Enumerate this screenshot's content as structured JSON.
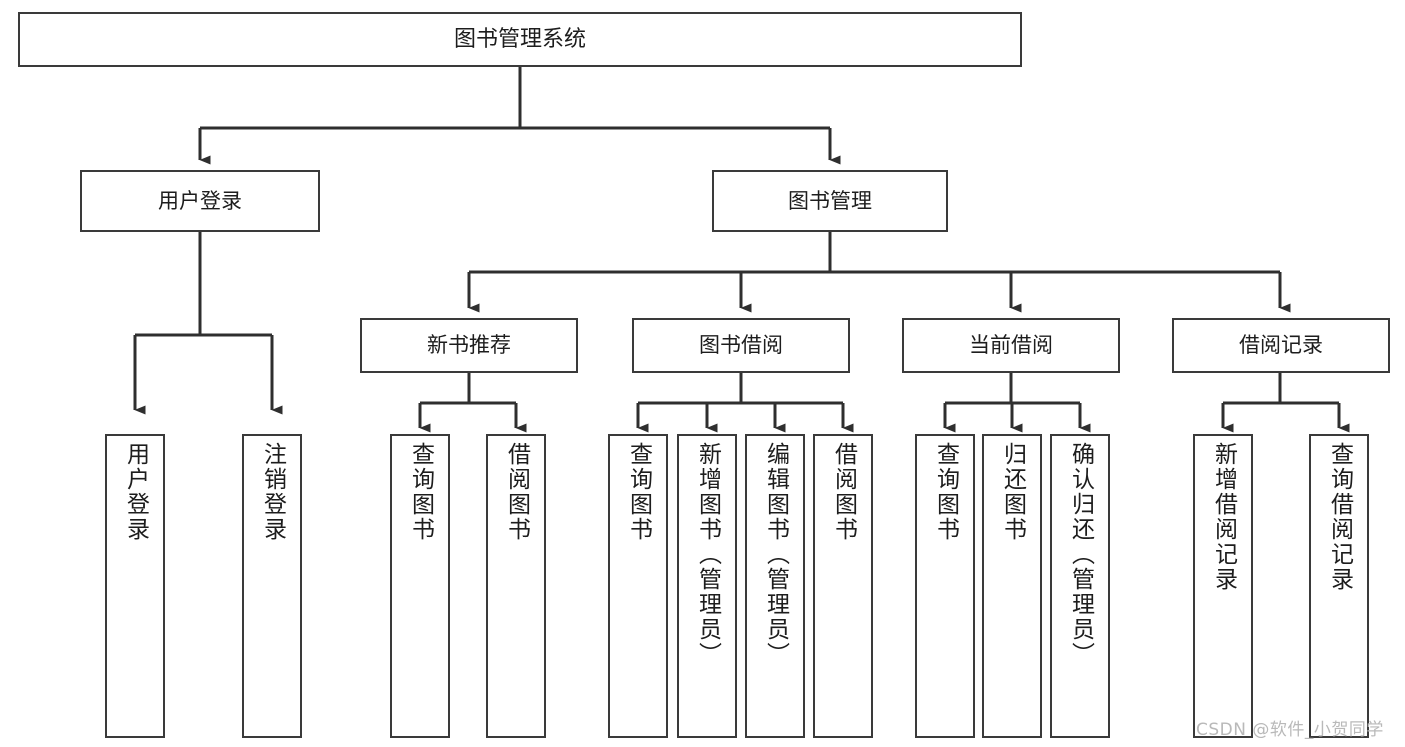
{
  "diagram": {
    "title": "图书管理系统",
    "type": "hierarchy-tree",
    "root": {
      "label": "图书管理系统"
    },
    "level2": [
      {
        "label": "用户登录"
      },
      {
        "label": "图书管理"
      }
    ],
    "level3": [
      {
        "label": "新书推荐"
      },
      {
        "label": "图书借阅"
      },
      {
        "label": "当前借阅"
      },
      {
        "label": "借阅记录"
      }
    ],
    "leaves": {
      "user_login": [
        {
          "label": "用户登录"
        },
        {
          "label": "注销登录"
        }
      ],
      "new_book_recommend": [
        {
          "label": "查询图书"
        },
        {
          "label": "借阅图书"
        }
      ],
      "book_borrow": [
        {
          "label": "查询图书"
        },
        {
          "label": "新增图书（管理员）"
        },
        {
          "label": "编辑图书（管理员）"
        },
        {
          "label": "借阅图书"
        }
      ],
      "current_borrow": [
        {
          "label": "查询图书"
        },
        {
          "label": "归还图书"
        },
        {
          "label": "确认归还（管理员）"
        }
      ],
      "borrow_record": [
        {
          "label": "新增借阅记录"
        },
        {
          "label": "查询借阅记录"
        }
      ]
    }
  },
  "watermark": {
    "text": "CSDN @软件_小贺同学"
  },
  "colors": {
    "box_border": "#3a3a3a",
    "box_fill": "#ffffff",
    "wire": "#2f2f2f",
    "text": "#1d1d1d",
    "watermark": "#b9b9b9",
    "background": "#ffffff"
  }
}
